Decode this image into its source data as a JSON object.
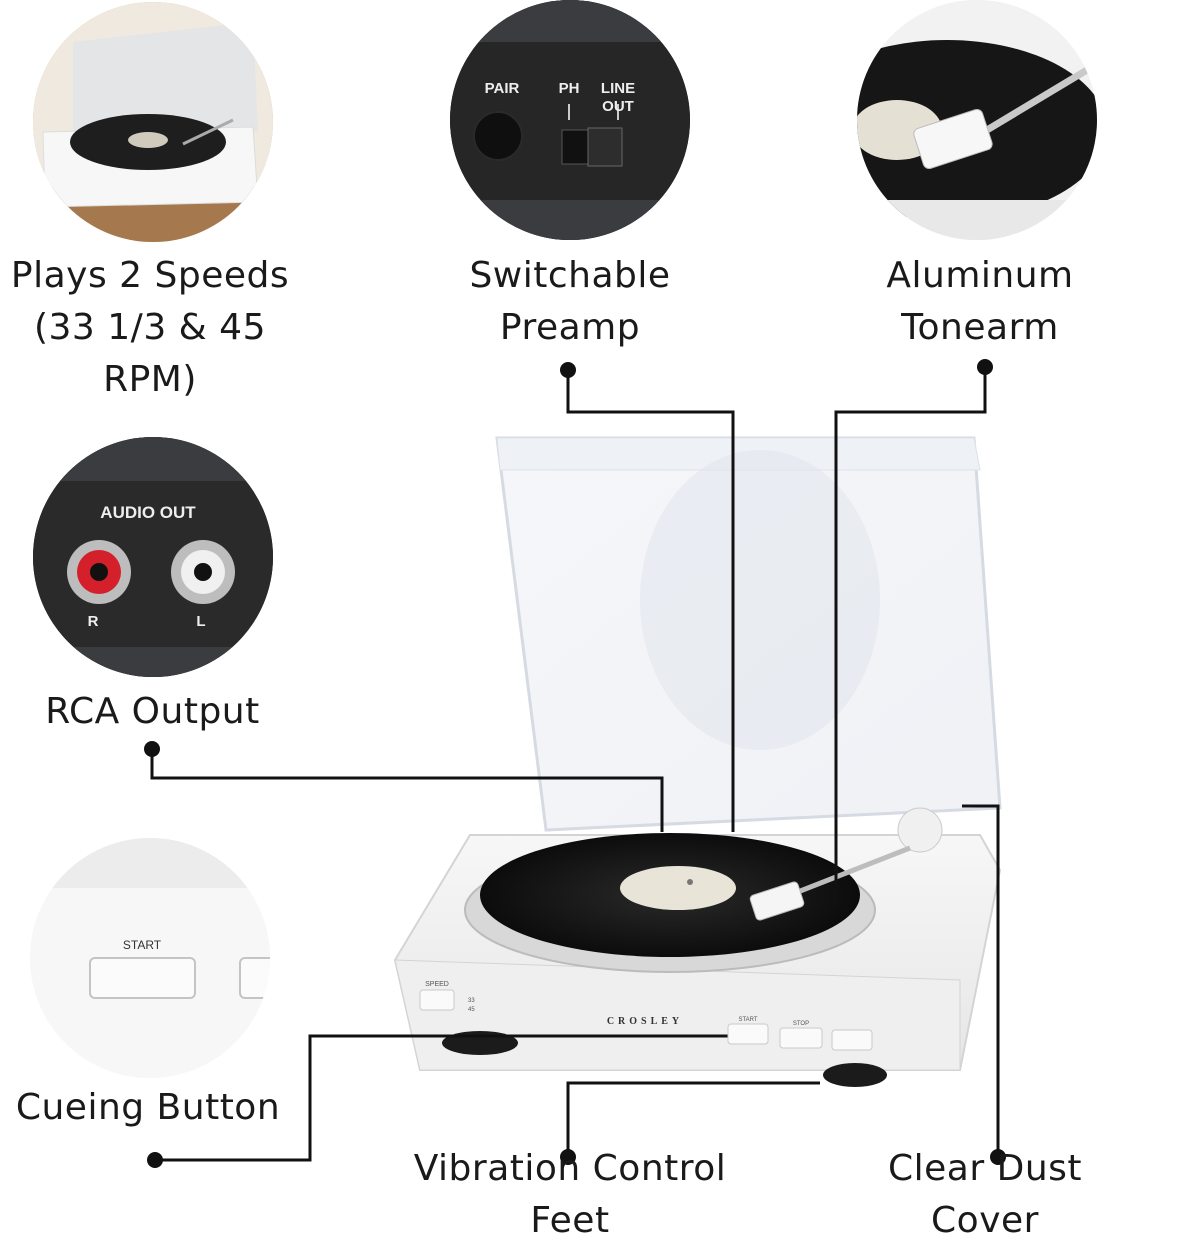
{
  "features": {
    "speeds": {
      "line1": "Plays 2 Speeds",
      "line2": "(33 1/3 & 45 RPM)"
    },
    "preamp": {
      "line1": "Switchable",
      "line2": "Preamp"
    },
    "tonearm": {
      "line1": "Aluminum",
      "line2": "Tonearm"
    },
    "rca": {
      "line1": "RCA Output"
    },
    "cueing": {
      "line1": "Cueing Button"
    },
    "feet": {
      "line1": "Vibration Control Feet"
    },
    "cover": {
      "line1": "Clear Dust Cover"
    }
  },
  "preamp_panel": {
    "pair": "PAIR",
    "ph": "PH",
    "line": "LINE",
    "out": "OUT"
  },
  "audio_panel": {
    "title": "AUDIO OUT",
    "right": "R",
    "left": "L"
  },
  "cue_panel": {
    "start": "START"
  },
  "turntable": {
    "brand": "CROSLEY",
    "speed": "SPEED",
    "speed_33": "33",
    "speed_45": "45",
    "start": "START",
    "stop": "STOP"
  },
  "colors": {
    "rca_red": "#d4202a",
    "panel_dark": "#1c1c1c",
    "connector_line": "#111111"
  }
}
